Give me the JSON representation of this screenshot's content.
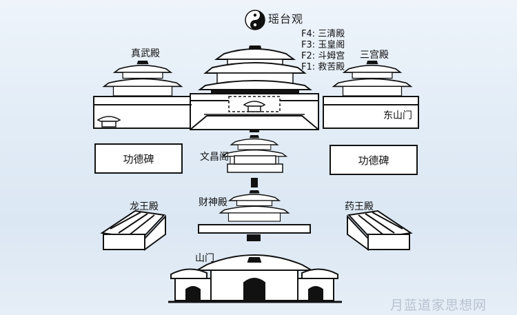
{
  "title": "瑶台观",
  "legend": [
    {
      "floor": "F4:",
      "name": "三清殿"
    },
    {
      "floor": "F3:",
      "name": "玉皇阁"
    },
    {
      "floor": "F2:",
      "name": "斗姆宫"
    },
    {
      "floor": "F1:",
      "name": "救苦殿"
    }
  ],
  "buildings": {
    "zhenwu": "真武殿",
    "sangong": "三宫殿",
    "dongshanmen": "东山门",
    "wenchang": "文昌阁",
    "caishen": "财神殿",
    "longwang": "龙王殿",
    "yaowang": "药王殿",
    "shanmen": "山门"
  },
  "stele": {
    "left": "功德碑",
    "right": "功德碑"
  },
  "watermark": "月蓝道家思想网",
  "colors": {
    "line": "#111111",
    "paper": "#ffffff",
    "sky": "#e3edf7"
  },
  "icons": {
    "logo": "yin-yang-icon"
  }
}
